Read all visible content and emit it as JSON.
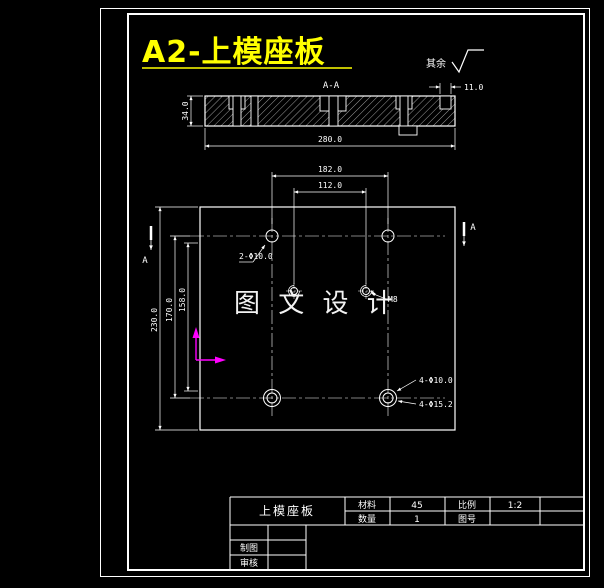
{
  "colors": {
    "background": "#000000",
    "line": "#ffffff",
    "title_text": "#ffff00",
    "ucs_accent": "#ff00ff"
  },
  "drawing_title": "A2-上模座板",
  "surface_note": "其余",
  "section_view": {
    "label": "A-A",
    "dim_width": "280.0",
    "dim_thickness": "34.0",
    "dim_step": "11.0"
  },
  "plan_view": {
    "dim_hole_span_x": "182.0",
    "dim_inner_span_x": "112.0",
    "dim_height": "230.0",
    "dim_hole_span_y": "170.0",
    "dim_inner_span_y": "158.0",
    "label_dowel_holes": "2-Φ10.0",
    "label_bolt_holes": "4-Φ10.0",
    "label_counterbore": "4-Φ15.2",
    "label_thread": "M8",
    "section_marker": "A",
    "watermark": "图 文 设 计"
  },
  "title_block": {
    "part_name": "上模座板",
    "material_label": "材料",
    "material_value": "45",
    "scale_label": "比例",
    "scale_value": "1:2",
    "qty_label": "数量",
    "qty_value": "1",
    "drawing_no_label": "图号",
    "drafter_label": "制图",
    "reviewer_label": "审核"
  }
}
